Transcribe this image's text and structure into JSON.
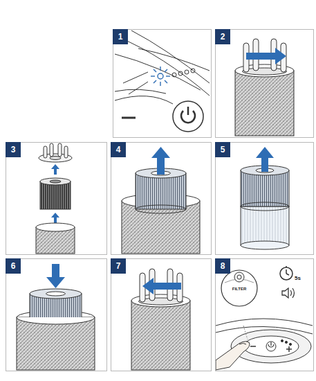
{
  "diagram": {
    "nodes": [
      {
        "text": [
          "1"
        ]
      },
      {
        "text": [
          "2"
        ]
      },
      {
        "text": [
          "3"
        ]
      },
      {
        "text": [
          "4"
        ]
      },
      {
        "text": [
          "5"
        ]
      },
      {
        "text": [
          "6"
        ]
      },
      {
        "text": [
          "7"
        ]
      },
      {
        "text": [
          "8"
        ]
      }
    ],
    "labels": [
      "FILTER",
      "5s"
    ]
  }
}
